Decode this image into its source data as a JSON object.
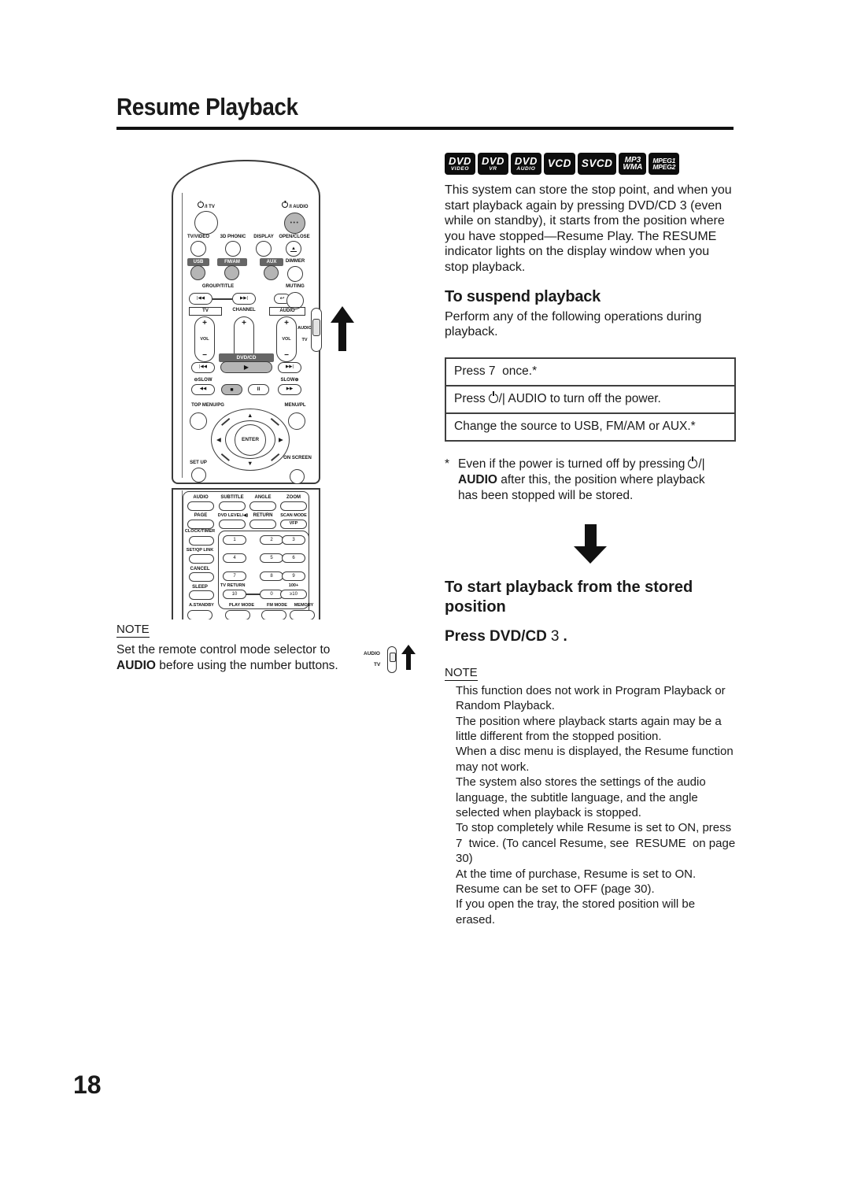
{
  "page": {
    "title": "Resume Playback",
    "number": "18"
  },
  "badges": [
    {
      "top": "DVD",
      "bottom": "VIDEO"
    },
    {
      "top": "DVD",
      "bottom": "VR"
    },
    {
      "top": "DVD",
      "bottom": "AUDIO"
    },
    {
      "top": "VCD"
    },
    {
      "top": "SVCD"
    },
    {
      "top": "MP3",
      "bottom": "WMA"
    },
    {
      "top": "MPEG1",
      "bottom": "MPEG2"
    }
  ],
  "intro": "This system can store the stop point, and when you start playback again by pressing DVD/CD 3 (even while on standby), it starts from the position where you have stopped—Resume Play. The RESUME indicator lights on the display window when you stop playback.",
  "suspend": {
    "heading": "To suspend playback",
    "body": "Perform any of the following operations during playback.",
    "rows": {
      "r1": "Press 7  once.*",
      "r2_pre": "Press",
      "r2_post": "/| AUDIO to turn off the power.",
      "r3": "Change the source to USB, FM/AM or AUX.*"
    },
    "footnote": {
      "star": "*",
      "line1": "Even if the power is turned off by pressing",
      "sep": "/|",
      "audio": "AUDIO",
      "rest": " after this, the position where playback has been stopped will be stored."
    }
  },
  "start": {
    "heading": "To start playback from the stored position",
    "press": "Press DVD/CD",
    "key": "3",
    "end": "."
  },
  "note_right": {
    "label": "NOTE",
    "items": [
      "This function does not work in Program Playback or Random Playback.",
      "The position where playback starts again may be a little different from the stopped position.",
      "When a disc menu is displayed, the Resume function may not work.",
      "The system also stores the settings of the audio language, the subtitle language, and the angle selected when playback is stopped.",
      "To stop completely while Resume is set to ON, press 7  twice. (To cancel Resume, see  RESUME  on page 30)",
      "At the time of purchase, Resume is set to ON. Resume can be set to OFF (page 30).",
      "If you open the tray, the stored position will be erased."
    ]
  },
  "note_left": {
    "label": "NOTE",
    "line1": "Set the remote control mode selector to",
    "bold": "AUDIO",
    "rest": " before using the number buttons.",
    "switch_top": "AUDIO",
    "switch_bottom": "TV"
  },
  "remote": {
    "power_sep": "/I",
    "power_tv": "TV",
    "power_audio": "AUDIO",
    "tv_video": "TV/VIDEO",
    "phonic": "3D PHONIC",
    "display_btn": "DISPLAY",
    "open_close": "OPEN/CLOSE",
    "eject": "▲",
    "usb": "USB",
    "fm_am": "FM/AM",
    "aux": "AUX",
    "dimmer": "DIMMER",
    "group_title": "GROUP/TITLE",
    "muting": "MUTING",
    "ret": "↩",
    "tv_box": "TV",
    "channel": "CHANNEL",
    "audio_box": "AUDIO",
    "plus": "+",
    "minus": "−",
    "vol": "VOL",
    "side_audio": "AUDIO",
    "side_tv": "TV",
    "dvd_cd": "DVD/CD",
    "prev": "|◀◀",
    "next": "▶▶|",
    "play": "▶",
    "slow_l": "⊖SLOW",
    "slow_r": "SLOW⊕",
    "rew": "◀◀",
    "stop_sym": "■",
    "pause": "II",
    "ff": "▶▶",
    "top_menu": "TOP MENU/PG",
    "menu_pl": "MENU/PL",
    "enter": "ENTER",
    "up": "▲",
    "down": "▼",
    "left_t": "◀",
    "right_t": "▶",
    "set_up": "SET UP",
    "on_screen": "ON SCREEN",
    "audio2": "AUDIO",
    "subtitle": "SUBTITLE",
    "angle": "ANGLE",
    "zoom": "ZOOM",
    "page_btn": "PAGE",
    "dvd_level": "DVD LEVEL/◀)",
    "return_btn": "RETURN",
    "scan_mode": "SCAN MODE",
    "vfp": "VFP",
    "clock_timer": "CLOCK/TIMER",
    "setqp": "SET/QP LINK",
    "cancel": "CANCEL",
    "sleep": "SLEEP",
    "tv_return": "TV RETURN",
    "hundred": "100+",
    "keys": [
      "1",
      "2",
      "3",
      "4",
      "5",
      "6",
      "7",
      "8",
      "9",
      "10",
      "0",
      "≥10"
    ],
    "a_standby": "A.STANDBY",
    "play_mode": "PLAY MODE",
    "fm_mode": "FM MODE",
    "memory": "MEMORY"
  }
}
